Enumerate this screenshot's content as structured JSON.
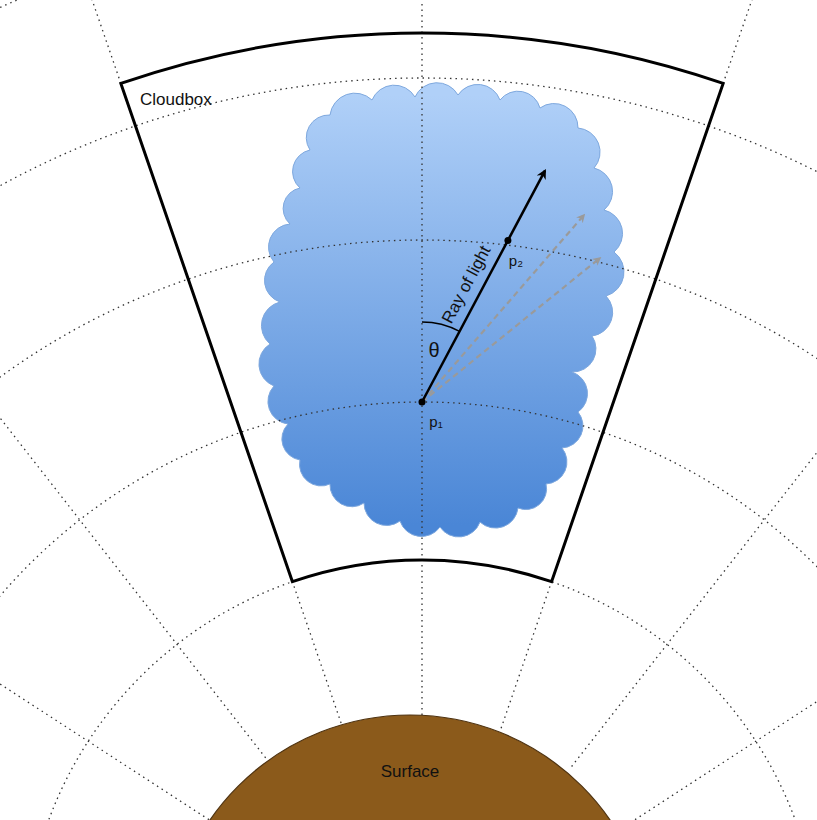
{
  "diagram": {
    "nodes": [
      {
        "text": [
          "Cloudbox"
        ]
      },
      {
        "text": [
          "Surface"
        ]
      }
    ],
    "labels": [
      "Ray of light",
      "θ",
      "p₁",
      "p₂"
    ]
  }
}
